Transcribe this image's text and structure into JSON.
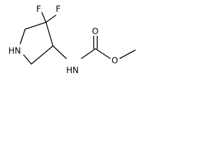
{
  "molecule": {
    "atoms": [
      {
        "id": "f_a",
        "symbol": "F"
      },
      {
        "id": "f_b",
        "symbol": "F"
      },
      {
        "id": "nh_ring",
        "symbol": "HN"
      },
      {
        "id": "nh_amide",
        "symbol": "HN"
      },
      {
        "id": "o_carbonyl",
        "symbol": "O"
      },
      {
        "id": "o_ester",
        "symbol": "O"
      }
    ]
  }
}
